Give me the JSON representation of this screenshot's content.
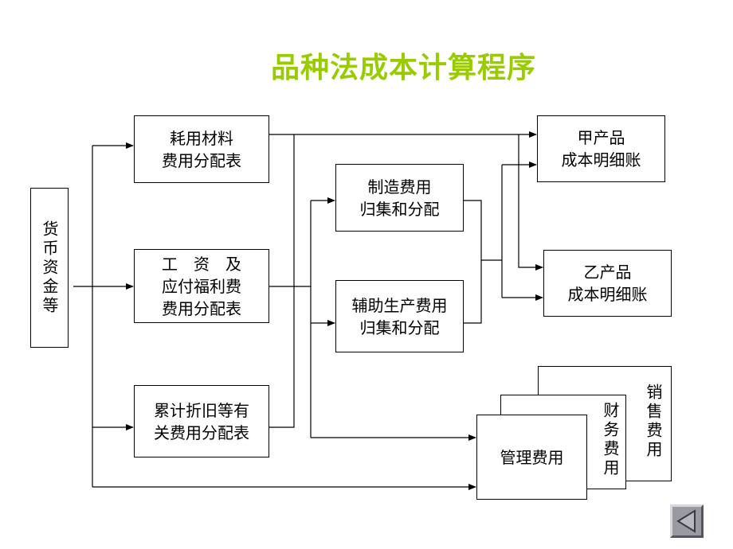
{
  "title": "品种法成本计算程序",
  "nodes": {
    "money": "货币资金等",
    "materials": "耗用材料\n费用分配表",
    "wages": "工　资　及\n应付福利费\n费用分配表",
    "depreciation": "累计折旧等有\n关费用分配表",
    "mfg_overhead": "制造费用\n归集和分配",
    "aux_production": "辅助生产费用\n归集和分配",
    "product_a": "甲产品\n成本明细账",
    "product_b": "乙产品\n成本明细账",
    "selling_expense": "销售费用",
    "financial_expense": "财务费用",
    "admin_expense": "管理费用"
  },
  "nav": {
    "icon": "previous-slide-icon"
  },
  "colors": {
    "title": "#99cc00",
    "line": "#000000"
  }
}
